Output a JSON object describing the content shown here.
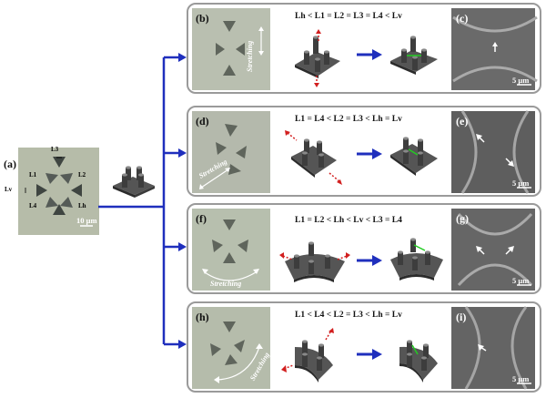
{
  "panel_a": {
    "label": "(a)",
    "labels": [
      "L3",
      "L1",
      "L2",
      "Lv",
      "L4",
      "Lh"
    ],
    "scale": "10 μm"
  },
  "rows": [
    {
      "label_micro": "(b)",
      "equation": "Lh < L1 = L2 = L3 = L4 < Lv",
      "stretch": "Stretching",
      "label_sem": "(c)",
      "scale": "5 μm"
    },
    {
      "label_micro": "(d)",
      "equation": "L1 = L4 < L2 = L3 < Lh = Lv",
      "stretch": "Stretching",
      "label_sem": "(e)",
      "scale": "5 μm"
    },
    {
      "label_micro": "(f)",
      "equation": "L1 = L2 < Lh < Lv < L3 = L4",
      "stretch": "Stretching",
      "label_sem": "(g)",
      "scale": "5 μm"
    },
    {
      "label_micro": "(h)",
      "equation": "L1 < L4 < L2 = L3 < Lh = Lv",
      "stretch": "Stretching",
      "label_sem": "(i)",
      "scale": "5 μm"
    }
  ],
  "colors": {
    "arrow": "#1f2fbd",
    "green": "#22cc22",
    "red": "#d21f1f",
    "border": "#9a9a9a"
  }
}
